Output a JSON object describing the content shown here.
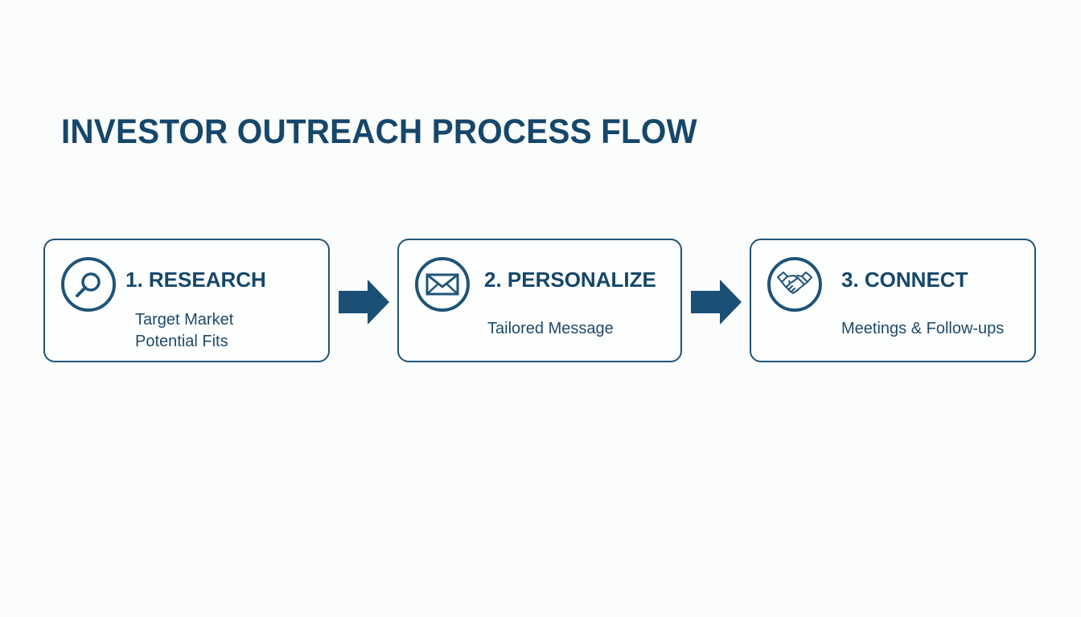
{
  "title": "INVESTOR OUTREACH PROCESS FLOW",
  "colors": {
    "primary": "#15476a",
    "border": "#1e5478",
    "background": "#fbfcfc"
  },
  "steps": [
    {
      "number": "1",
      "title": "1. RESEARCH",
      "icon": "magnifying-glass-icon",
      "lines": [
        "Target Market",
        "Potential Fits"
      ]
    },
    {
      "number": "2",
      "title": "2. PERSONALIZE",
      "icon": "envelope-icon",
      "lines": [
        "Tailored Message"
      ]
    },
    {
      "number": "3",
      "title": "3. CONNECT",
      "icon": "handshake-icon",
      "lines": [
        "Meetings & Follow-ups"
      ]
    }
  ],
  "connectors": [
    {
      "from": "1",
      "to": "2",
      "icon": "right-arrow-icon"
    },
    {
      "from": "2",
      "to": "3",
      "icon": "right-arrow-icon"
    }
  ]
}
